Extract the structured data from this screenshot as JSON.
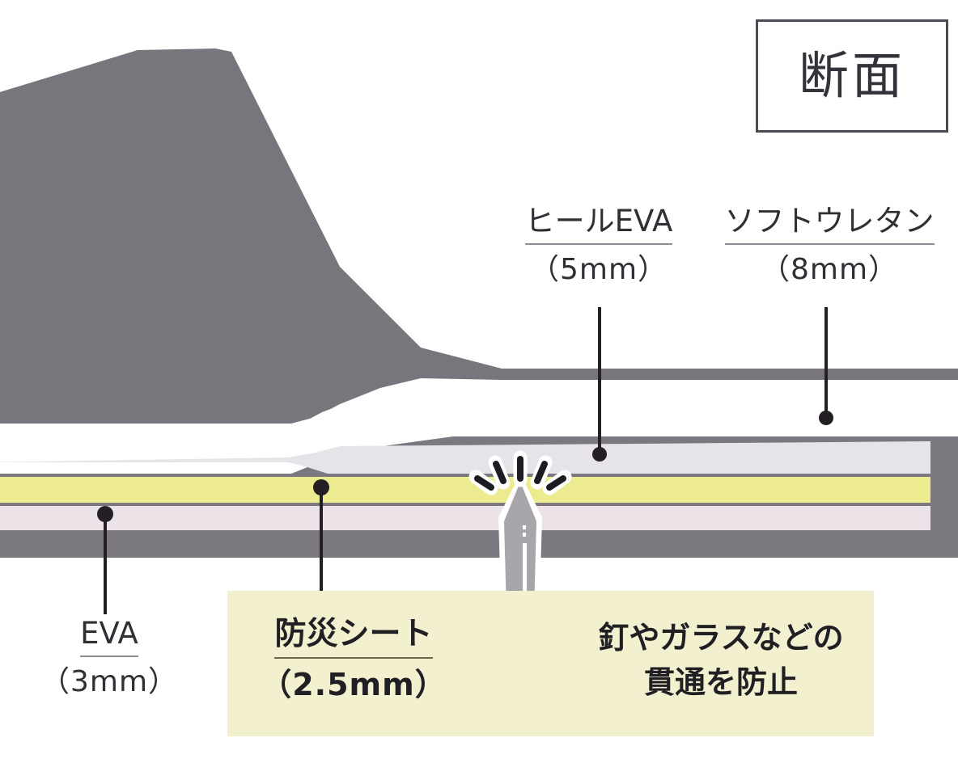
{
  "title_box": {
    "label": "断面"
  },
  "labels": {
    "heel_eva": {
      "name": "ヒールEVA",
      "thickness": "（5mm）"
    },
    "soft_urethane": {
      "name": "ソフトウレタン",
      "thickness": "（8mm）"
    },
    "eva": {
      "name": "EVA",
      "thickness": "（3mm）"
    },
    "bousai_sheet": {
      "name": "防災シート",
      "thickness": "（2.5mm）"
    },
    "prevention": {
      "line1": "釘やガラスなどの",
      "line2": "貫通を防止"
    }
  },
  "colors": {
    "outline_gray": "#7b7880",
    "dark_gray": "#6f6f77",
    "upper_gray": "#78767c",
    "white_layer": "#ffffff",
    "light_gray_layer": "#e6e4e9",
    "yellow_layer": "#eceb8f",
    "pink_layer": "#ebe3e8",
    "highlight_panel": "#f2f0cf",
    "nail_gray": "#a8a5ab",
    "leader_black": "#241f24",
    "title_border": "#4a4a52"
  },
  "chart_data": {
    "type": "diagram",
    "title": "断面",
    "subject": "shoe-sole-cross-section",
    "layers": [
      {
        "id": "heel-eva",
        "label": "ヒールEVA",
        "thickness_mm": 5,
        "color": "#ffffff",
        "order": 1
      },
      {
        "id": "soft-urethane",
        "label": "ソフトウレタン",
        "thickness_mm": 8,
        "color": "#e6e4e9",
        "order": 2
      },
      {
        "id": "bousai-sheet",
        "label": "防災シート",
        "thickness_mm": 2.5,
        "color": "#eceb8f",
        "order": 3
      },
      {
        "id": "eva",
        "label": "EVA",
        "thickness_mm": 3,
        "color": "#ebe3e8",
        "order": 4
      }
    ],
    "annotations": [
      {
        "text": "釘やガラスなどの貫通を防止",
        "target": "bousai-sheet"
      }
    ]
  }
}
